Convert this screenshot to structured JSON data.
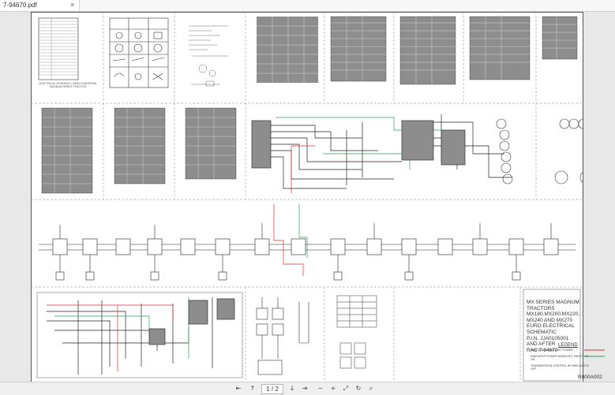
{
  "window": {
    "tab_title": "7-94670.pdf",
    "close_glyph": "×"
  },
  "document": {
    "title_lines": [
      "MX SERIES MAGNUM",
      "TRACTORS",
      "MX180,MX200,MX220,",
      "MX240 AND MX270",
      "EURO ELECTRICAL",
      "SCHEMATIC",
      "P.I.N. JJA0105001",
      "AND AFTER",
      "RAC 7-94670"
    ],
    "legend": {
      "title": "LEGEND",
      "items": [
        {
          "text": "INDICATES CONSTANT POWER",
          "color": "#d9342b"
        },
        {
          "text": "INDICATES POWER WHEN KEY SWITCH IS ON",
          "color": "#2e9a5d"
        }
      ],
      "note": "TRANSMISSION CONTROL IN PARK AND IN OFF"
    },
    "figure_id": "R800A002",
    "schematic_caption": "ELECTRICAL SCHEMATIC INDEX EUROPEAN MAGNUM SERIES TRACTOR",
    "colors": {
      "constant_power": "#d9342b",
      "key_power": "#2e9a5d",
      "wire": "#222222",
      "table_fill": "#8d8d8d"
    }
  },
  "toolbar": {
    "first_page_icon": "⇤",
    "prev_page_icon": "↑",
    "next_page_icon": "↓",
    "page_value": "1 / 2",
    "last_page_icon": "⇥",
    "zoom_out_icon": "−",
    "zoom_in_icon": "+",
    "fit_icon": "⤢",
    "rotate_icon": "↻",
    "zoom_icon": "⌕"
  }
}
